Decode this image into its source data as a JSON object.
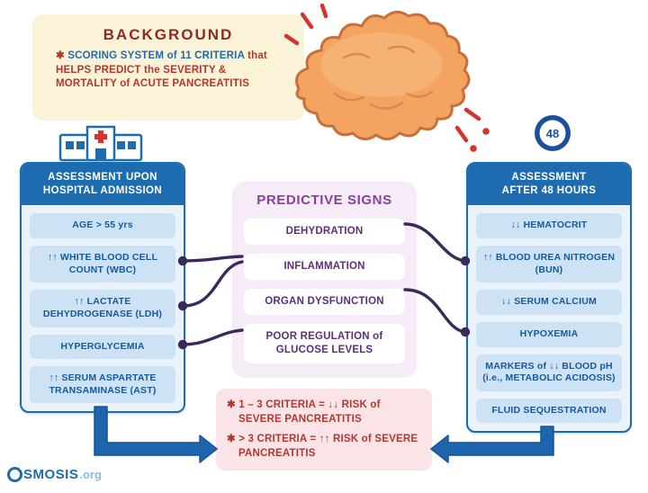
{
  "background": {
    "title": "BACKGROUND",
    "segments": [
      {
        "text": "✱ ",
        "color": "red"
      },
      {
        "text": "SCORING SYSTEM of 11 CRITERIA ",
        "color": "blue"
      },
      {
        "text": "that HELPS PREDICT the SEVERITY & MORTALITY of ACUTE PANCREATITIS",
        "color": "red"
      }
    ]
  },
  "left_panel": {
    "title": "ASSESSMENT UPON HOSPITAL ADMISSION",
    "items": [
      "AGE > 55 yrs",
      "↑↑ WHITE BLOOD CELL COUNT (WBC)",
      "↑↑ LACTATE DEHYDROGENASE (LDH)",
      "HYPERGLYCEMIA",
      "↑↑ SERUM ASPARTATE TRANSAMINASE (AST)"
    ]
  },
  "center_panel": {
    "title": "PREDICTIVE SIGNS",
    "items": [
      "DEHYDRATION",
      "INFLAMMATION",
      "ORGAN DYSFUNCTION",
      "POOR REGULATION of GLUCOSE LEVELS"
    ]
  },
  "right_panel": {
    "title": "ASSESSMENT AFTER 48 HOURS",
    "clock_label": "48",
    "items": [
      "↓↓ HEMATOCRIT",
      "↑↑ BLOOD UREA NITROGEN (BUN)",
      "↓↓ SERUM CALCIUM",
      "HYPOXEMIA",
      "MARKERS of ↓↓ BLOOD pH (i.e., METABOLIC ACIDOSIS)",
      "FLUID SEQUESTRATION"
    ]
  },
  "conclusion": {
    "lines": [
      "✱ 1 – 3 CRITERIA = ↓↓ RISK of SEVERE PANCREATITIS",
      "✱ > 3 CRITERIA = ↑↑ RISK of SEVERE PANCREATITIS"
    ]
  },
  "footer": {
    "logo_rest": "SMOSIS",
    "logo_suffix": ".org"
  },
  "colors": {
    "blue": "#1e6cb0",
    "row_blue": "#cde2f4",
    "purple": "#8a3f9e",
    "deep_purple": "#5d2f7a",
    "connector": "#3a2a5c",
    "red": "#b3372e",
    "pink": "#fbe4e7",
    "cream": "#faf3d8",
    "pancreas_orange": "#f4a360"
  }
}
